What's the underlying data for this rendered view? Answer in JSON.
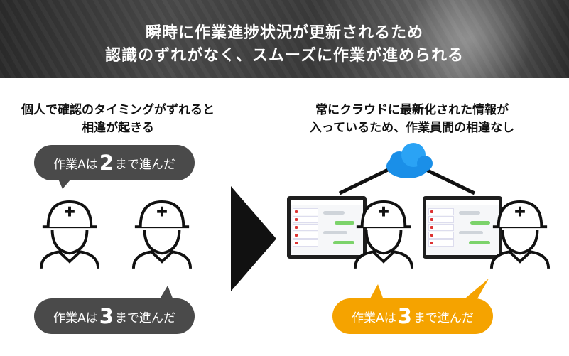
{
  "banner": {
    "line1": "瞬時に作業進捗状況が更新されるため",
    "line2": "認識のずれがなく、スムーズに作業が進められる"
  },
  "left": {
    "caption_line1": "個人で確認のタイミングがずれると",
    "caption_line2": "相違が起きる",
    "bubble_top": {
      "prefix": "作業Aは",
      "number": "2",
      "suffix": "まで進んだ"
    },
    "bubble_bottom": {
      "prefix": "作業Aは",
      "number": "3",
      "suffix": "まで進んだ"
    }
  },
  "right": {
    "caption_line1": "常にクラウドに最新化された情報が",
    "caption_line2": "入っているため、作業員間の相違なし",
    "bubble": {
      "prefix": "作業Aは",
      "number": "3",
      "suffix": "まで進んだ"
    }
  },
  "colors": {
    "bubble_gray": "#4a4a4a",
    "bubble_orange": "#f5a300",
    "cloud_blue": "#1a8fe8",
    "arrow": "#111111"
  },
  "icons": [
    "hardhat-worker-icon",
    "cloud-icon",
    "tablet-icon",
    "arrow-right-icon"
  ]
}
